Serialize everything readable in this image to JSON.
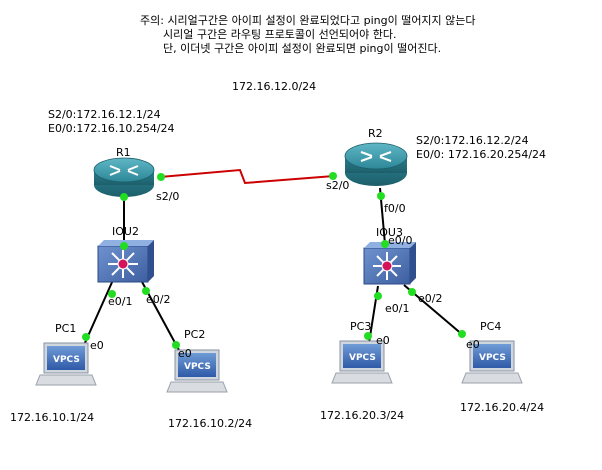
{
  "notes": {
    "line1": "주의: 시리얼구간은 아이피 설정이 완료되었다고 ping이 떨어지지 않는다",
    "line2": "시리얼 구간은 라우팅 프로토콜이 선언되어야 한다.",
    "line3": "단, 이더넷 구간은 아이피 설정이 완료되면 ping이 떨어진다."
  },
  "serial_network": "172.16.12.0/24",
  "routers": [
    {
      "name": "R1",
      "if1": "S2/0:172.16.12.1/24",
      "if2": "E0/0:172.16.10.254/24",
      "port_serial": "s2/0"
    },
    {
      "name": "R2",
      "if1": "S2/0:172.16.12.2/24",
      "if2": "E0/0: 172.16.20.254/24",
      "port_serial": "s2/0",
      "port_eth": "f0/0"
    }
  ],
  "switches": [
    {
      "name": "IOU2",
      "ports": [
        "e0/1",
        "e0/2"
      ]
    },
    {
      "name": "IOU3",
      "ports": [
        "e0/0",
        "e0/1",
        "e0/2"
      ]
    }
  ],
  "pcs": [
    {
      "name": "PC1",
      "port": "e0",
      "ip": "172.16.10.1/24",
      "badge": "VPCS"
    },
    {
      "name": "PC2",
      "port": "e0",
      "ip": "172.16.10.2/24",
      "badge": "VPCS"
    },
    {
      "name": "PC3",
      "port": "e0",
      "ip": "172.16.20.3/24",
      "badge": "VPCS"
    },
    {
      "name": "PC4",
      "port": "e0",
      "ip": "172.16.20.4/24",
      "badge": "VPCS"
    }
  ],
  "colors": {
    "router": "#2e8a9a",
    "switch": "#4a6eb0",
    "link": "#000000",
    "port_dot": "#22dd22",
    "serial_link": "#cc0000"
  }
}
